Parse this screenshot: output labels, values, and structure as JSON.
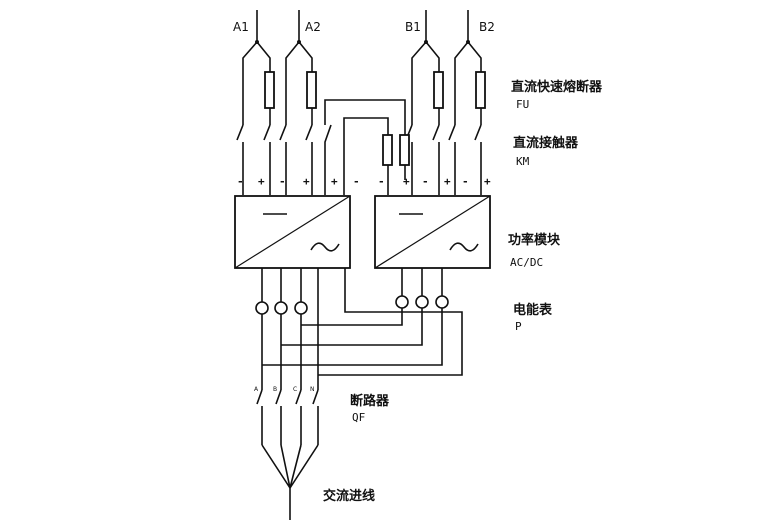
{
  "terminals": {
    "a1": "A1",
    "a2": "A2",
    "b1": "B1",
    "b2": "B2"
  },
  "fuse": {
    "name": "直流快速熔断器",
    "code": "FU"
  },
  "contactor": {
    "name": "直流接触器",
    "code": "KM"
  },
  "power_module": {
    "name": "功率模块",
    "code": "AC/DC"
  },
  "meter": {
    "name": "电能表",
    "code": "P"
  },
  "breaker": {
    "name": "断路器",
    "code": "QF",
    "phases": [
      "A",
      "B",
      "C",
      "N"
    ]
  },
  "ac_input": {
    "name": "交流进线"
  },
  "polarity": {
    "minus": "-",
    "plus": "+"
  }
}
